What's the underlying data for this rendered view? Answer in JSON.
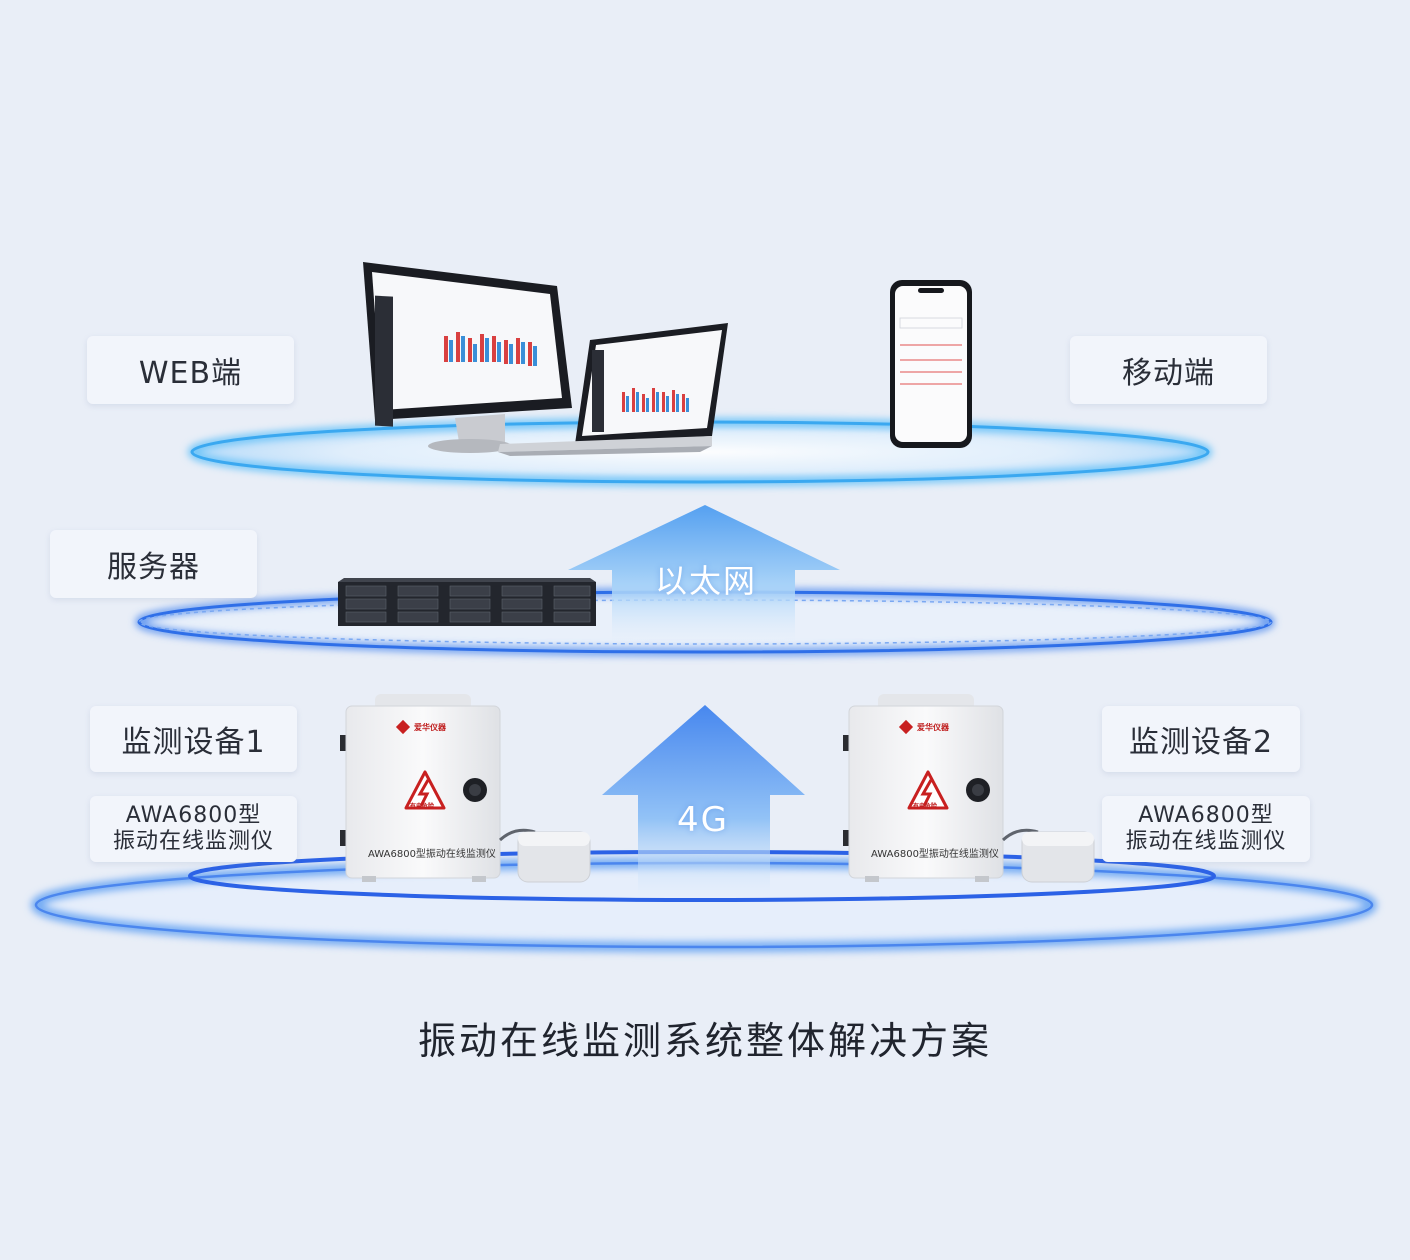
{
  "labels": {
    "web": "WEB端",
    "mobile": "移动端",
    "server": "服务器",
    "device1": "监测设备1",
    "device2": "监测设备2",
    "model1_line1": "AWA6800型",
    "model1_line2": "振动在线监测仪",
    "model2_line1": "AWA6800型",
    "model2_line2": "振动在线监测仪"
  },
  "arrows": {
    "ethernet": "以太网",
    "cellular": "4G"
  },
  "devices": {
    "brand": "爱华仪器",
    "panel_text": "AWA6800型振动在线监测仪",
    "warning_text": "有电危险"
  },
  "caption": "振动在线监测系统整体解决方案",
  "colors": {
    "background": "#e9eef7",
    "ring_blue": "#3aa8f0",
    "ring_deep": "#2a6ee6",
    "arrow_blue": "#4a8cf0"
  }
}
